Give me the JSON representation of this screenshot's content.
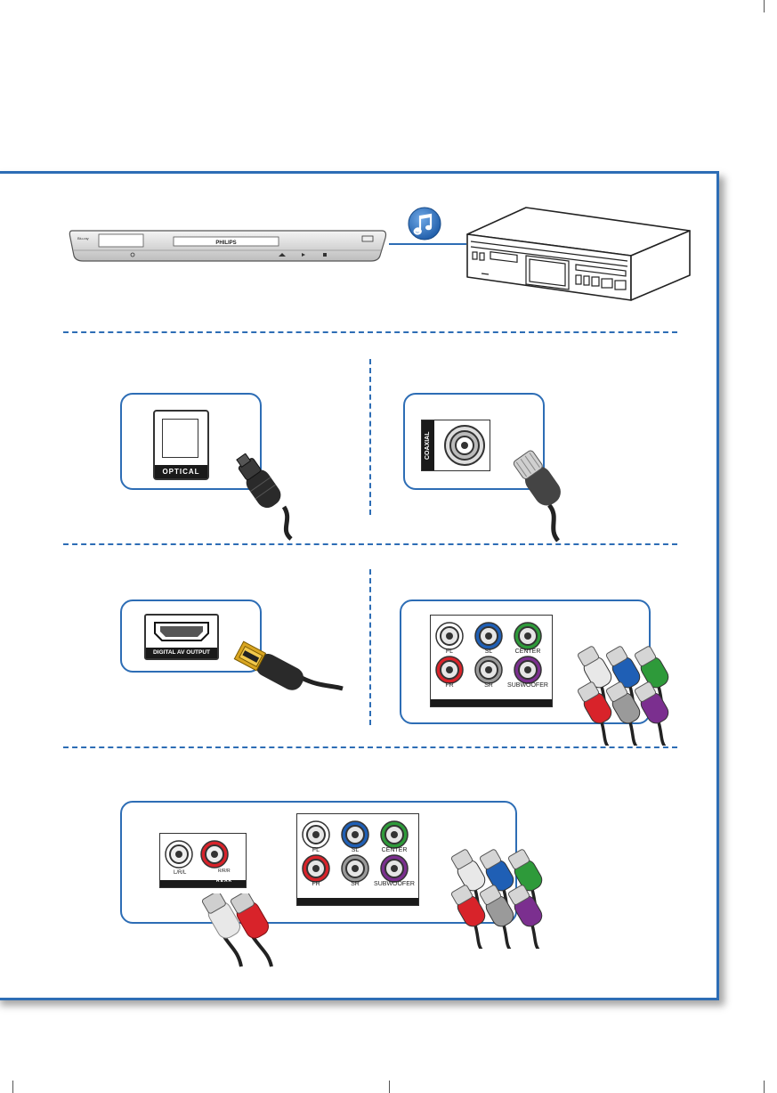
{
  "player": {
    "brand": "PHILIPS",
    "logo_text": "Blu-ray"
  },
  "music_badge": {
    "icon": "music-note-icon",
    "color": "#2d6db5"
  },
  "colors": {
    "accent": "#2d6db5",
    "dark": "#1a1a1a"
  },
  "ports": {
    "optical": {
      "label": "OPTICAL"
    },
    "coaxial": {
      "label": "COAXIAL"
    },
    "hdmi": {
      "label": "DIGITAL AV OUTPUT"
    },
    "multichannel": {
      "jacks": [
        {
          "label": "FL",
          "color": "#ffffff"
        },
        {
          "label": "SL",
          "color": "#1f5fb5"
        },
        {
          "label": "CENTER",
          "color": "#2e9a3a"
        },
        {
          "label": "FR",
          "color": "#d8232a"
        },
        {
          "label": "SR",
          "color": "#9a9a9a"
        },
        {
          "label": "SUBWOOFER",
          "color": "#7b2f8f"
        }
      ]
    },
    "rear": {
      "left_label": "L/R/L",
      "right_label": "R/R/R",
      "panel_label": "REAR"
    }
  }
}
